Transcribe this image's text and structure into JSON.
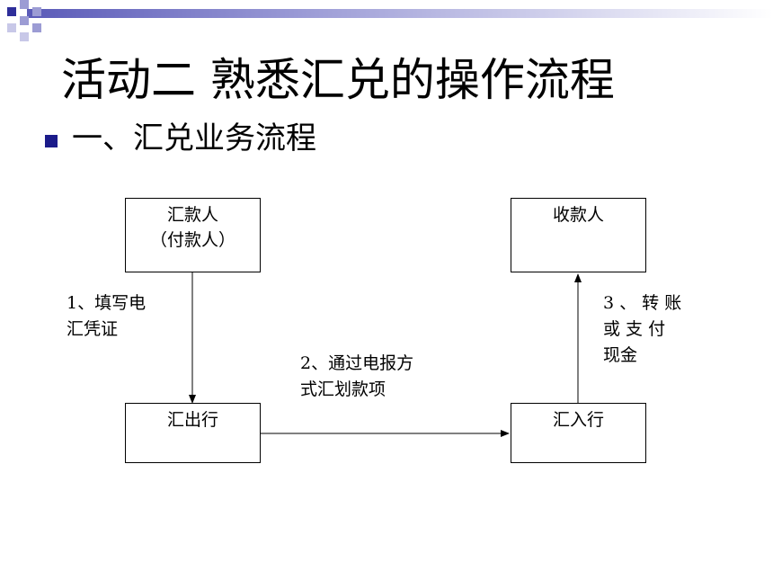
{
  "slide": {
    "title": "活动二  熟悉汇兑的操作流程",
    "subtitle": "一、汇兑业务流程"
  },
  "diagram": {
    "remitter": {
      "line1": "汇款人",
      "line2": "（付款人）"
    },
    "payee": {
      "line1": "收款人"
    },
    "remitting_bank": {
      "line1": "汇出行"
    },
    "receiving_bank": {
      "line1": "汇入行"
    },
    "step1": {
      "line1": "1、填写电",
      "line2": "汇凭证"
    },
    "step2": {
      "line1": "2、通过电报方",
      "line2": "式汇划款项"
    },
    "step3": {
      "line1": "3 、 转 账",
      "line2": "或  支  付",
      "line3": "现金"
    }
  },
  "colors": {
    "header_gradient_start": "#5a5ab8",
    "bullet": "#1b1b8a",
    "square_dark": "#2e2e9a",
    "square_light": "#9c9cd4"
  }
}
